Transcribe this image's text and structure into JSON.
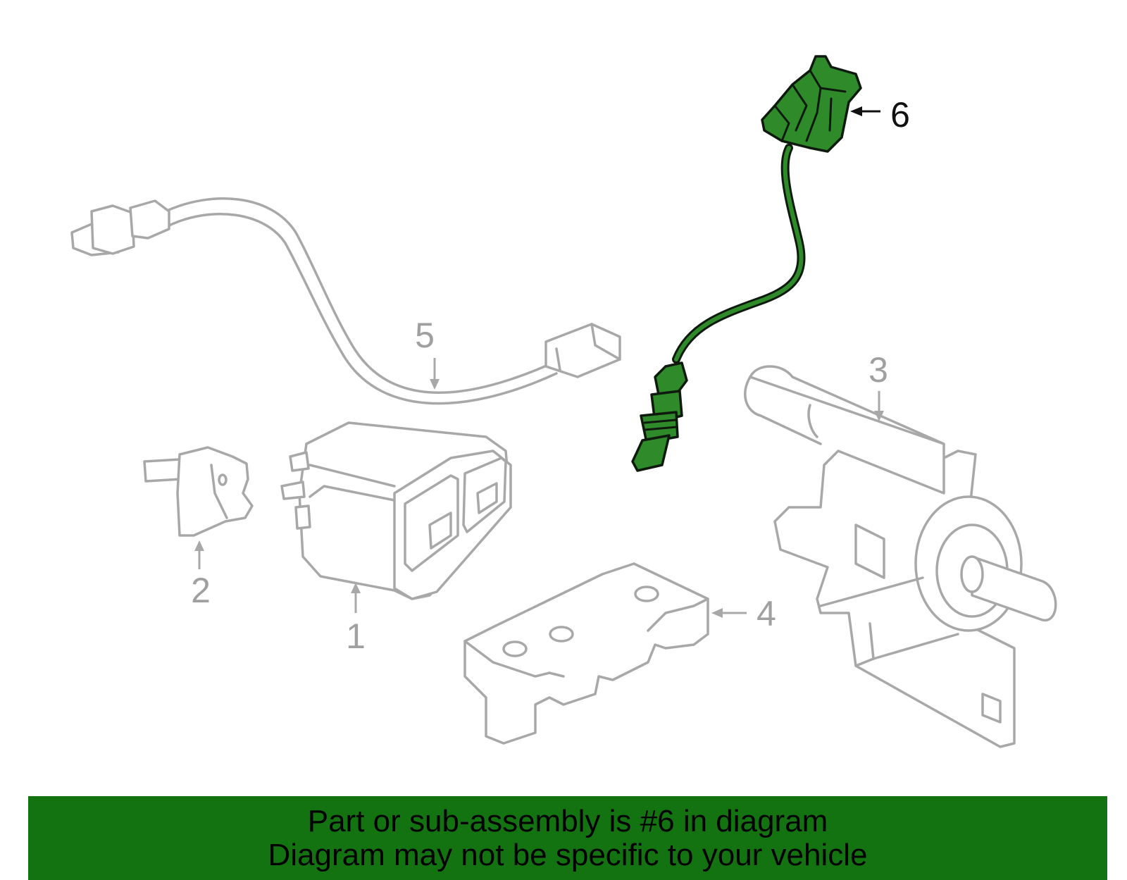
{
  "diagram": {
    "highlight_color": "#2f8a2a",
    "outline_color": "#a8a8a8",
    "callouts": [
      {
        "id": "1",
        "label": "1",
        "highlighted": false
      },
      {
        "id": "2",
        "label": "2",
        "highlighted": false
      },
      {
        "id": "3",
        "label": "3",
        "highlighted": false
      },
      {
        "id": "4",
        "label": "4",
        "highlighted": false
      },
      {
        "id": "5",
        "label": "5",
        "highlighted": false
      },
      {
        "id": "6",
        "label": "6",
        "highlighted": true
      }
    ]
  },
  "banner": {
    "background": "#137311",
    "line1": "Part or sub-assembly is #6 in diagram",
    "line2": "Diagram may not be specific to your vehicle"
  }
}
